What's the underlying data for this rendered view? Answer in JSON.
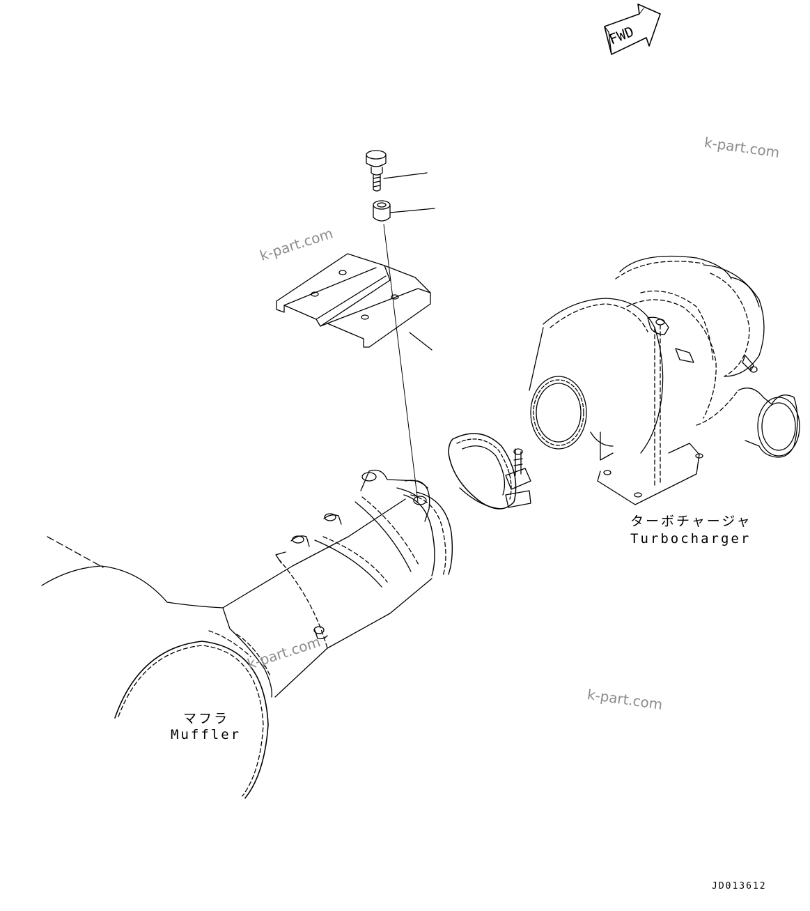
{
  "fwd_label": "FWD",
  "labels": {
    "muffler_jp": "マフラ",
    "muffler_en": "Muffler",
    "turbo_jp": "ターボチャージャ",
    "turbo_en": "Turbocharger"
  },
  "watermark": "k-part.com",
  "drawing_code": "JD013612"
}
